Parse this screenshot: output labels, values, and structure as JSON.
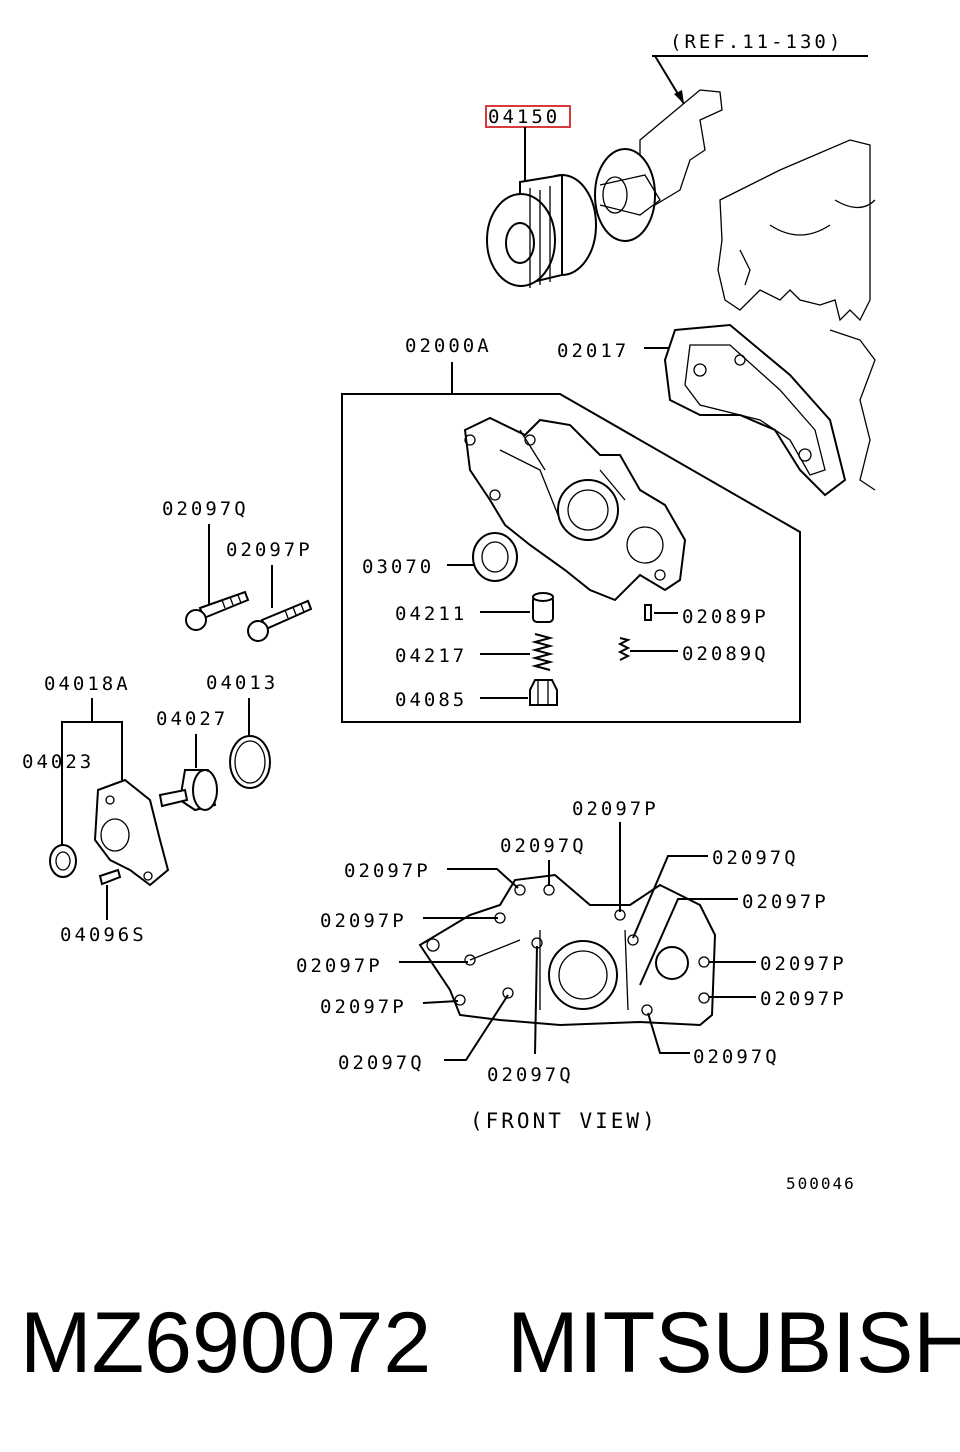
{
  "diagram": {
    "ref_note": "(REF.11-130)",
    "highlight_color": "#d63a3a",
    "box_title": "02000A",
    "callouts": {
      "c04150": "04150",
      "c02017": "02017",
      "c02097q_top": "02097Q",
      "c02097p_top": "02097P",
      "c03070": "03070",
      "c04211": "04211",
      "c04217": "04217",
      "c04085": "04085",
      "c02089p": "02089P",
      "c02089q": "02089Q",
      "c04018a": "04018A",
      "c04013": "04013",
      "c04027": "04027",
      "c04023": "04023",
      "c04096s": "04096S"
    },
    "front_view": {
      "caption": "(FRONT VIEW)",
      "labels": {
        "f1": "02097P",
        "f2": "02097Q",
        "f3": "02097P",
        "f4": "02097Q",
        "f5": "02097P",
        "f6": "02097P",
        "f7": "02097P",
        "f8": "02097P",
        "f9": "02097P",
        "f10": "02097P",
        "f11": "02097Q",
        "f12": "02097Q",
        "f13": "02097Q"
      }
    },
    "diagram_code": "500046"
  },
  "footer": {
    "part_number": "MZ690072",
    "brand": "MITSUBISHI"
  }
}
